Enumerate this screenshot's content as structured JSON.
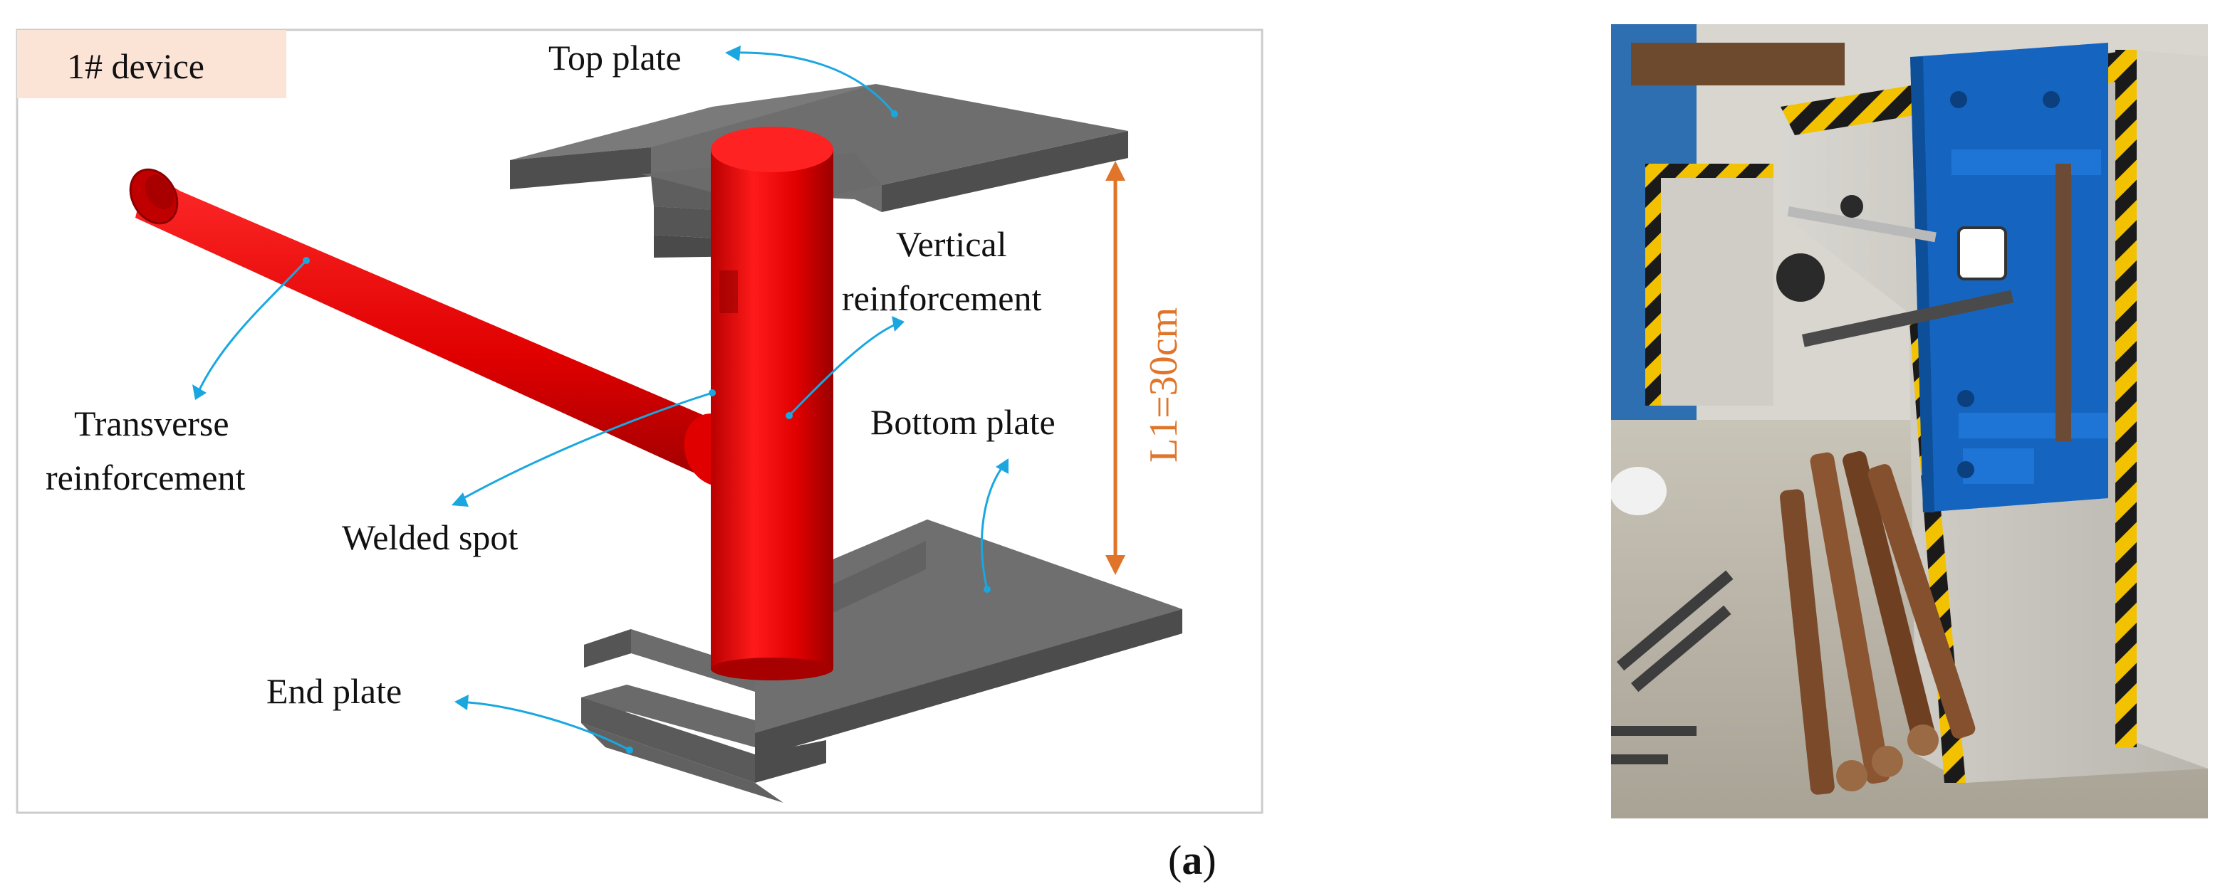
{
  "device_tag": "1# device",
  "labels": {
    "top_plate": "Top plate",
    "vertical_reinforcement_1": "Vertical",
    "vertical_reinforcement_2": "reinforcement",
    "transverse_reinforcement_1": "Transverse",
    "transverse_reinforcement_2": "reinforcement",
    "welded_spot": "Welded spot",
    "bottom_plate": "Bottom plate",
    "end_plate": "End plate"
  },
  "dimension": "L1=30cm",
  "caption": {
    "open": "(",
    "letter": "a",
    "close": ")"
  },
  "colors": {
    "rebar": "#e50000",
    "plate": "#6b6b6b",
    "leader": "#1aa7e0",
    "dimension": "#e0752a",
    "device_tag_bg": "#fbe3d6",
    "frame": "#cccccc",
    "blue_steel": "#1565c0"
  },
  "photo": {
    "description_icon": "test-rig-photo"
  }
}
